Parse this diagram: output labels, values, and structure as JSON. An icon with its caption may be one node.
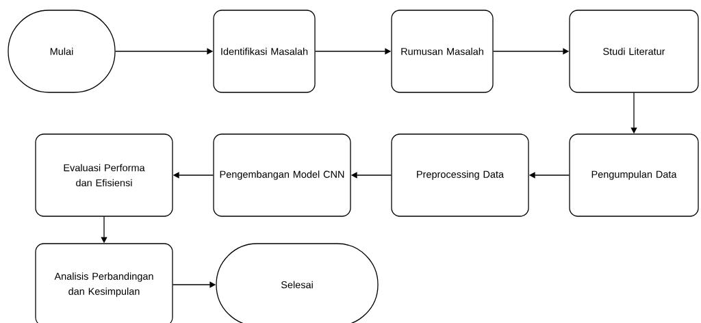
{
  "diagram": {
    "nodes": [
      {
        "text": [
          "Mulai"
        ]
      },
      {
        "text": [
          "Identifikasi Masalah"
        ]
      },
      {
        "text": [
          "Rumusan Masalah"
        ]
      },
      {
        "text": [
          "Studi Literatur"
        ]
      },
      {
        "text": [
          "Pengumpulan Data"
        ]
      },
      {
        "text": [
          "Preprocessing Data"
        ]
      },
      {
        "text": [
          "Pengembangan Model CNN"
        ]
      },
      {
        "text": [
          "Evaluasi Performa dan Efisiensi"
        ]
      },
      {
        "text": [
          "Analisis Perbandingan dan Kesimpulan"
        ]
      },
      {
        "text": [
          "Selesai"
        ]
      }
    ],
    "edges": [
      {
        "from": 0,
        "to": 1,
        "arrow": "to"
      },
      {
        "from": 1,
        "to": 2,
        "arrow": "to"
      },
      {
        "from": 2,
        "to": 3,
        "arrow": "to"
      },
      {
        "from": 3,
        "to": 4,
        "arrow": "to"
      },
      {
        "from": 4,
        "to": 5,
        "arrow": "to"
      },
      {
        "from": 5,
        "to": 6,
        "arrow": "to"
      },
      {
        "from": 6,
        "to": 7,
        "arrow": "to"
      },
      {
        "from": 7,
        "to": 8,
        "arrow": "to"
      },
      {
        "from": 8,
        "to": 9,
        "arrow": "to"
      }
    ]
  }
}
